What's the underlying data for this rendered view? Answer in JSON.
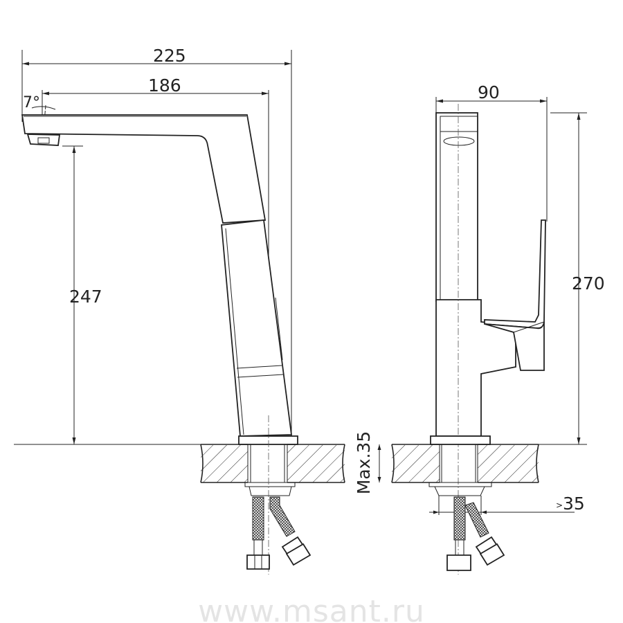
{
  "side_view": {
    "dim_total_length": "225",
    "dim_spout_reach": "186",
    "dim_spout_angle": "7°",
    "dim_spout_height": "247"
  },
  "front_view": {
    "dim_width": "90",
    "dim_height": "270",
    "dim_max_counter_thickness": "Max.35",
    "dim_hole_diameter": "35",
    "hole_prefix": ">"
  },
  "watermark": "www.msant.ru"
}
